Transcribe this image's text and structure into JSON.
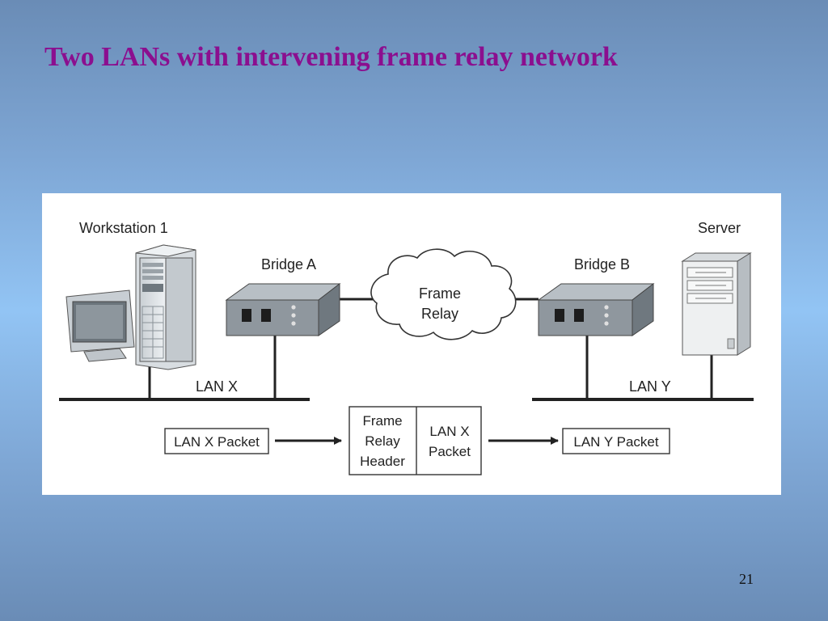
{
  "slide": {
    "title": "Two LANs with intervening frame relay network",
    "page_number": "21"
  },
  "diagram": {
    "devices": {
      "workstation": "Workstation 1",
      "bridge_a": "Bridge A",
      "bridge_b": "Bridge B",
      "server": "Server"
    },
    "cloud": {
      "line1": "Frame",
      "line2": "Relay"
    },
    "lans": {
      "left": "LAN X",
      "right": "LAN Y"
    },
    "packets": {
      "source": "LAN X Packet",
      "header_lines": [
        "Frame",
        "Relay",
        "Header"
      ],
      "payload_lines": [
        "LAN X",
        "Packet"
      ],
      "destination": "LAN Y Packet"
    },
    "colors": {
      "title": "#8b0f8f",
      "device_body": "#8f979e",
      "line": "#222222"
    }
  }
}
